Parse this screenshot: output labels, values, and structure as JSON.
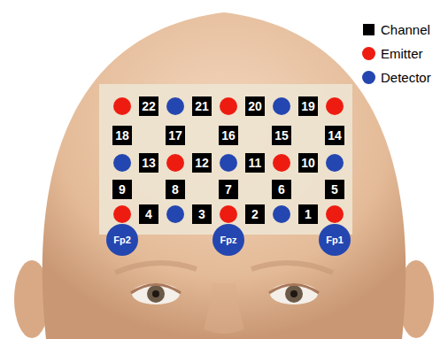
{
  "diagram": {
    "nodes": [
      {
        "text": [
          "22"
        ]
      },
      {
        "text": [
          "21"
        ]
      },
      {
        "text": [
          "20"
        ]
      },
      {
        "text": [
          "19"
        ]
      },
      {
        "text": [
          "18"
        ]
      },
      {
        "text": [
          "17"
        ]
      },
      {
        "text": [
          "16"
        ]
      },
      {
        "text": [
          "15"
        ]
      },
      {
        "text": [
          "14"
        ]
      },
      {
        "text": [
          "13"
        ]
      },
      {
        "text": [
          "12"
        ]
      },
      {
        "text": [
          "11"
        ]
      },
      {
        "text": [
          "10"
        ]
      },
      {
        "text": [
          "9"
        ]
      },
      {
        "text": [
          "8"
        ]
      },
      {
        "text": [
          "7"
        ]
      },
      {
        "text": [
          "6"
        ]
      },
      {
        "text": [
          "5"
        ]
      },
      {
        "text": [
          "4"
        ]
      },
      {
        "text": [
          "3"
        ]
      },
      {
        "text": [
          "2"
        ]
      },
      {
        "text": [
          "1"
        ]
      },
      {
        "text": [
          "Fp2"
        ]
      },
      {
        "text": [
          "Fpz"
        ]
      },
      {
        "text": [
          "Fp1"
        ]
      }
    ],
    "legend": [
      {
        "text": "Channel",
        "color": "#000000"
      },
      {
        "text": "Emitter",
        "color": "#ee1c10"
      },
      {
        "text": "Detector",
        "color": "#2446b0"
      }
    ]
  }
}
